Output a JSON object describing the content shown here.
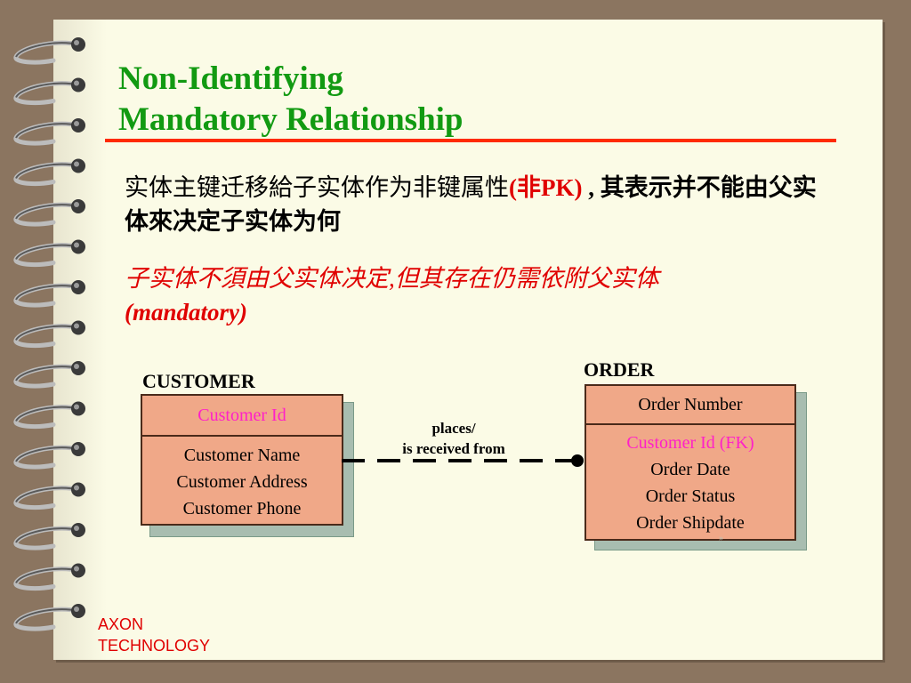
{
  "title": "Non-Identifying\nMandatory Relationship",
  "paragraph1": {
    "text_a": "实体主键迁移給子实体作为非键属性",
    "text_pk": "(非PK)",
    "text_b": " , 其表示并不能由父实体來决定子实体为何"
  },
  "paragraph2": {
    "text": "子实体不須由父实体决定,但其存在仍需依附父实体",
    "paren": "(mandatory)"
  },
  "customer": {
    "label": "CUSTOMER",
    "pk": "Customer Id",
    "attributes": [
      "Customer Name",
      "Customer Address",
      "Customer Phone"
    ]
  },
  "order": {
    "label": "ORDER",
    "pk": "Order Number",
    "fk": "Customer Id (FK)",
    "attributes": [
      "Order Date",
      "Order Status",
      "Order Shipdate"
    ]
  },
  "relationship": {
    "line1": "places/",
    "line2": "is received from"
  },
  "footer": "AXON\nTECHNOLOGY",
  "colors": {
    "background": "#8b7560",
    "page": "#fbfbe6",
    "title": "#129a12",
    "accent": "#ff2a00",
    "red_text": "#e00000",
    "entity_fill": "#f0a888",
    "pk_pink": "#ff20c8"
  }
}
